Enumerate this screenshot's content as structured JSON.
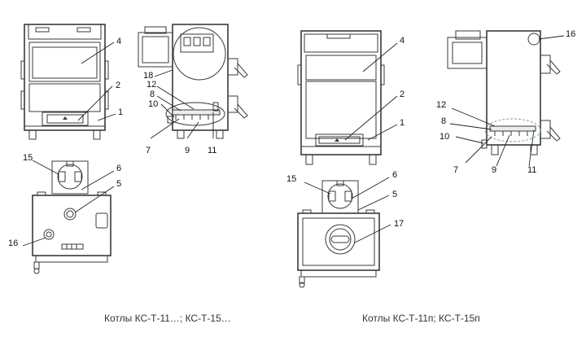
{
  "captions": {
    "left": "Котлы КС-Т-11…; КС-Т-15…",
    "right": "Котлы КС-Т-11п; КС-Т-15п"
  },
  "callouts": {
    "l1": "1",
    "l2": "2",
    "l4": "4",
    "l5": "5",
    "l6": "6",
    "l7": "7",
    "l8": "8",
    "l9": "9",
    "l10": "10",
    "l11": "11",
    "l12": "12",
    "l15": "15",
    "l16": "16",
    "l18": "18",
    "r1": "1",
    "r2": "2",
    "r4": "4",
    "r5": "5",
    "r6": "6",
    "r7": "7",
    "r8": "8",
    "r9": "9",
    "r10": "10",
    "r11": "11",
    "r12": "12",
    "r15": "15",
    "r16": "16",
    "r17": "17"
  }
}
